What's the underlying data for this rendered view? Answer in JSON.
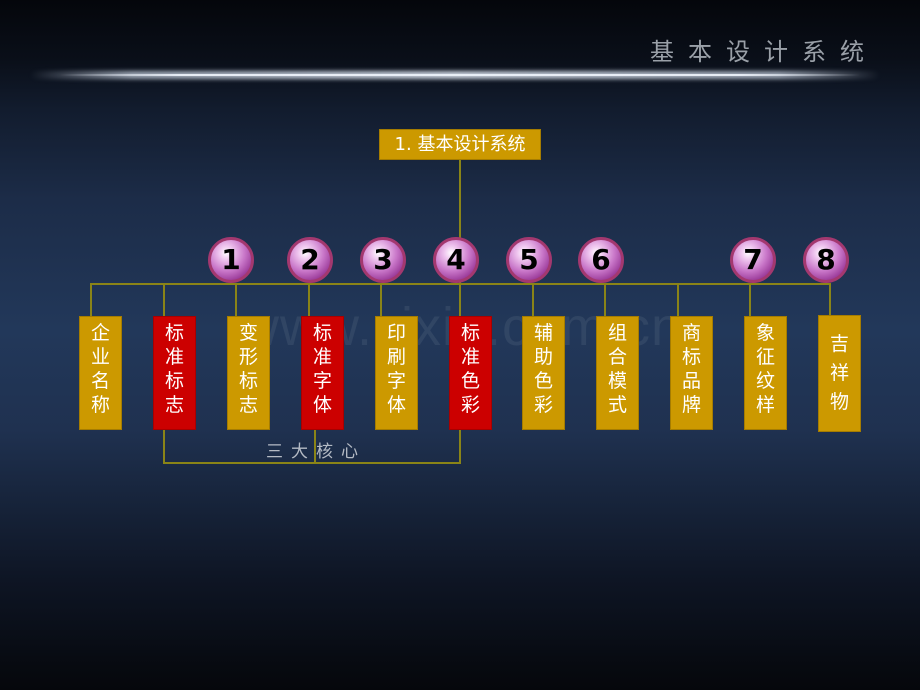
{
  "header": {
    "title": "基本设计系统"
  },
  "watermark": "www.zixin.com.cn",
  "root": {
    "label": "1. 基本设计系统"
  },
  "badges": [
    "1",
    "2",
    "3",
    "4",
    "5",
    "6",
    "7",
    "8"
  ],
  "items": [
    {
      "label": "企业名称",
      "chars": [
        "企",
        "业",
        "名",
        "称"
      ],
      "core": false
    },
    {
      "label": "标准标志",
      "chars": [
        "标",
        "准",
        "标",
        "志"
      ],
      "core": true
    },
    {
      "label": "变形标志",
      "chars": [
        "变",
        "形",
        "标",
        "志"
      ],
      "core": false
    },
    {
      "label": "标准字体",
      "chars": [
        "标",
        "准",
        "字",
        "体"
      ],
      "core": true
    },
    {
      "label": "印刷字体",
      "chars": [
        "印",
        "刷",
        "字",
        "体"
      ],
      "core": false
    },
    {
      "label": "标准色彩",
      "chars": [
        "标",
        "准",
        "色",
        "彩"
      ],
      "core": true
    },
    {
      "label": "辅助色彩",
      "chars": [
        "辅",
        "助",
        "色",
        "彩"
      ],
      "core": false
    },
    {
      "label": "组合模式",
      "chars": [
        "组",
        "合",
        "模",
        "式"
      ],
      "core": false
    },
    {
      "label": "商标品牌",
      "chars": [
        "商",
        "标",
        "品",
        "牌"
      ],
      "core": false
    },
    {
      "label": "象征纹样",
      "chars": [
        "象",
        "征",
        "纹",
        "样"
      ],
      "core": false
    },
    {
      "label": "吉祥物",
      "chars": [
        "吉",
        "祥",
        "物"
      ],
      "core": false
    }
  ],
  "core_group": {
    "label": "三大核心"
  },
  "colors": {
    "gold": "#cc9900",
    "red": "#cc0000",
    "connector": "#8a8417",
    "badge": "#b060b0",
    "background": "#22385a"
  }
}
